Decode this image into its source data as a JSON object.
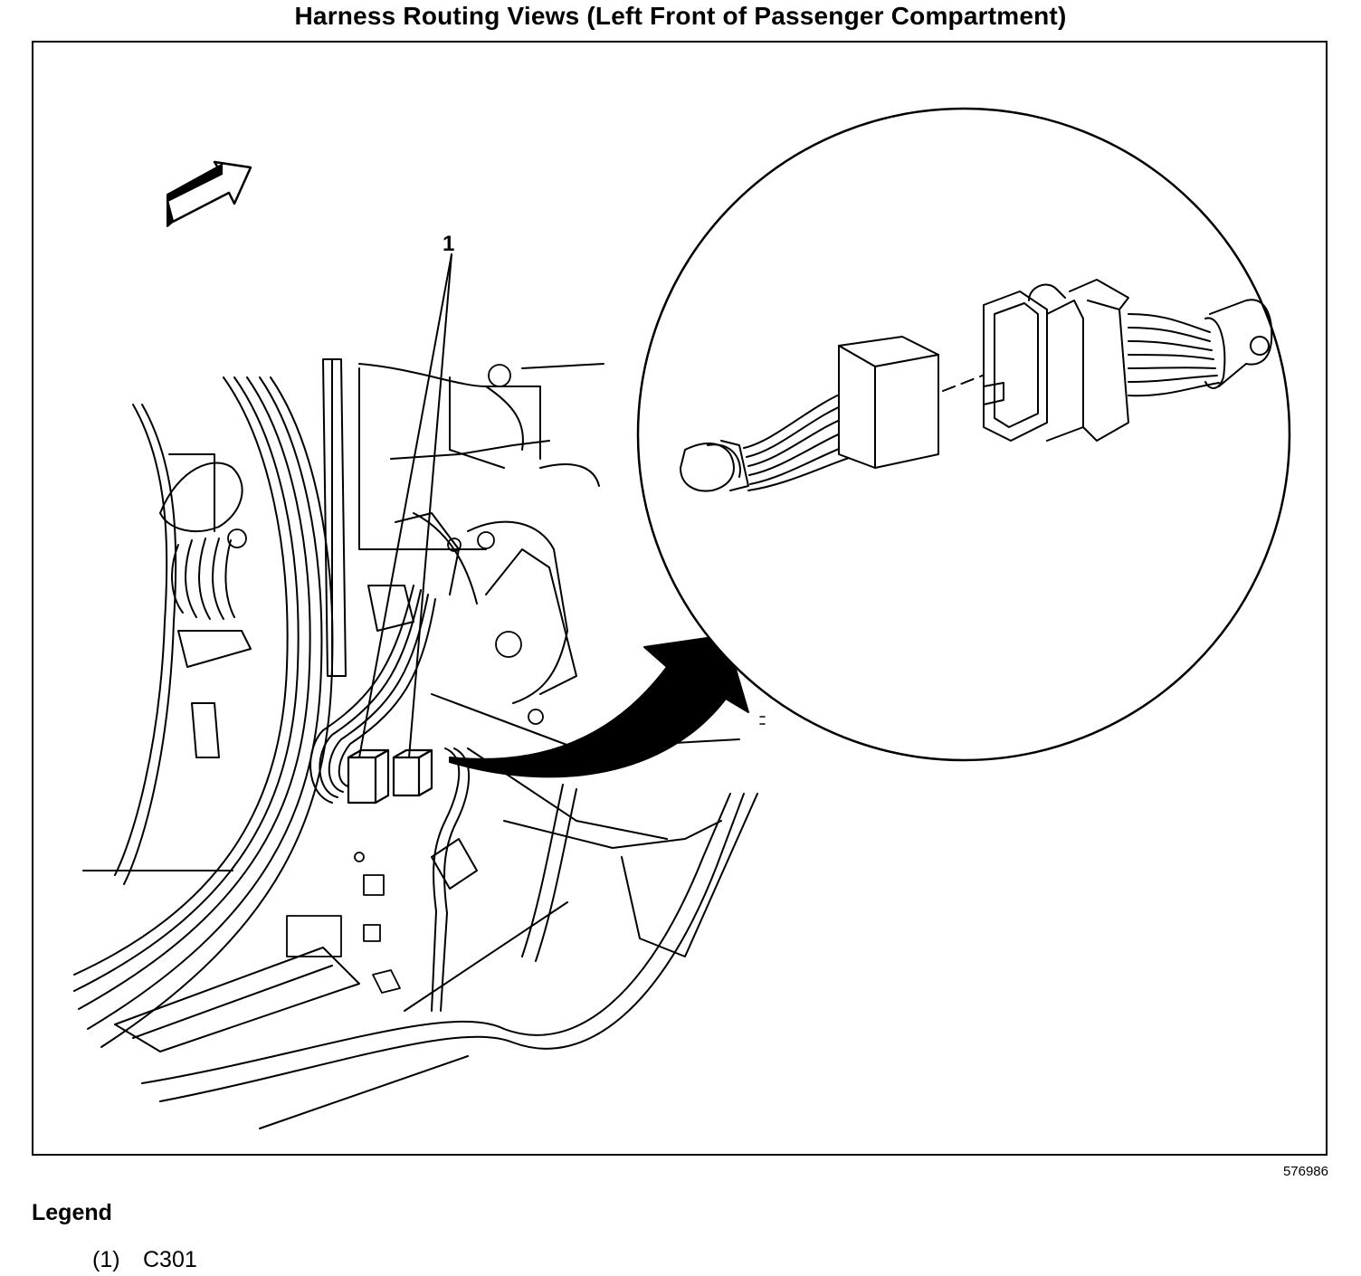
{
  "title": "Harness Routing Views (Left Front of Passenger Compartment)",
  "figure_id": "576986",
  "callouts": [
    {
      "label": "1"
    }
  ],
  "legend": {
    "title": "Legend",
    "items": [
      {
        "number": "(1)",
        "text": "C301"
      }
    ]
  }
}
